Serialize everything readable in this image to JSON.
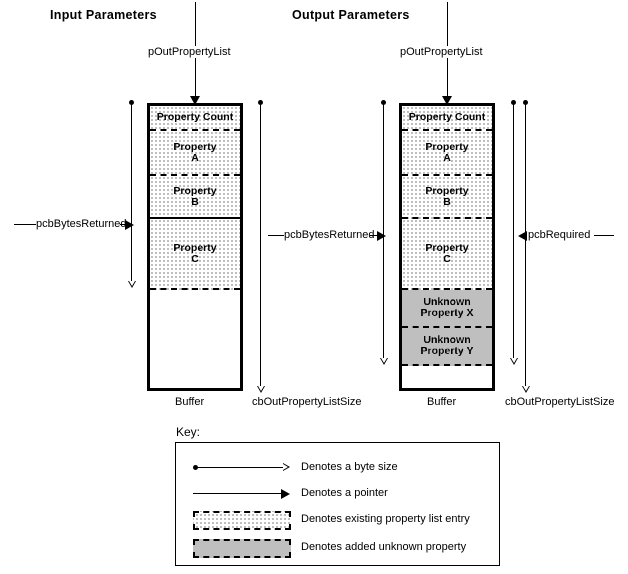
{
  "diagram": {
    "title_input": "Input Parameters",
    "title_output": "Output Parameters"
  },
  "input_panel": {
    "pointer_label": "pOutPropertyList",
    "buffer_label": "Buffer",
    "bytes_returned_label": "pcbBytesReturned",
    "list_size_label": "cbOutPropertyListSize",
    "cells": [
      {
        "name": "property-count",
        "line1": "Property Count",
        "line2": "",
        "fill": "existing"
      },
      {
        "name": "property-a",
        "line1": "Property",
        "line2": "A",
        "fill": "existing"
      },
      {
        "name": "property-b",
        "line1": "Property",
        "line2": "B",
        "fill": "existing"
      },
      {
        "name": "property-c",
        "line1": "Property",
        "line2": "C",
        "fill": "existing"
      }
    ]
  },
  "output_panel": {
    "pointer_label": "pOutPropertyList",
    "buffer_label": "Buffer",
    "bytes_returned_label": "pcbBytesReturned",
    "required_label": "pcbRequired",
    "list_size_label": "cbOutPropertyListSize",
    "cells": [
      {
        "name": "property-count",
        "line1": "Property Count",
        "line2": "",
        "fill": "existing"
      },
      {
        "name": "property-a",
        "line1": "Property",
        "line2": "A",
        "fill": "existing"
      },
      {
        "name": "property-b",
        "line1": "Property",
        "line2": "B",
        "fill": "existing"
      },
      {
        "name": "property-c",
        "line1": "Property",
        "line2": "C",
        "fill": "existing"
      },
      {
        "name": "unknown-property-x",
        "line1": "Unknown",
        "line2": "Property X",
        "fill": "unknown"
      },
      {
        "name": "unknown-property-y",
        "line1": "Unknown",
        "line2": "Property Y",
        "fill": "unknown"
      }
    ]
  },
  "key": {
    "title": "Key:",
    "entries": [
      {
        "name": "byte-size",
        "label": "Denotes a byte size",
        "glyph": "arrow-open"
      },
      {
        "name": "pointer",
        "label": "Denotes a pointer",
        "glyph": "arrow-solid"
      },
      {
        "name": "existing-entry",
        "label": "Denotes existing property list entry",
        "glyph": "swatch-existing"
      },
      {
        "name": "added-unknown",
        "label": "Denotes added unknown property",
        "glyph": "swatch-unknown"
      }
    ]
  },
  "colors": {
    "ink": "#000000",
    "paper": "#ffffff"
  }
}
